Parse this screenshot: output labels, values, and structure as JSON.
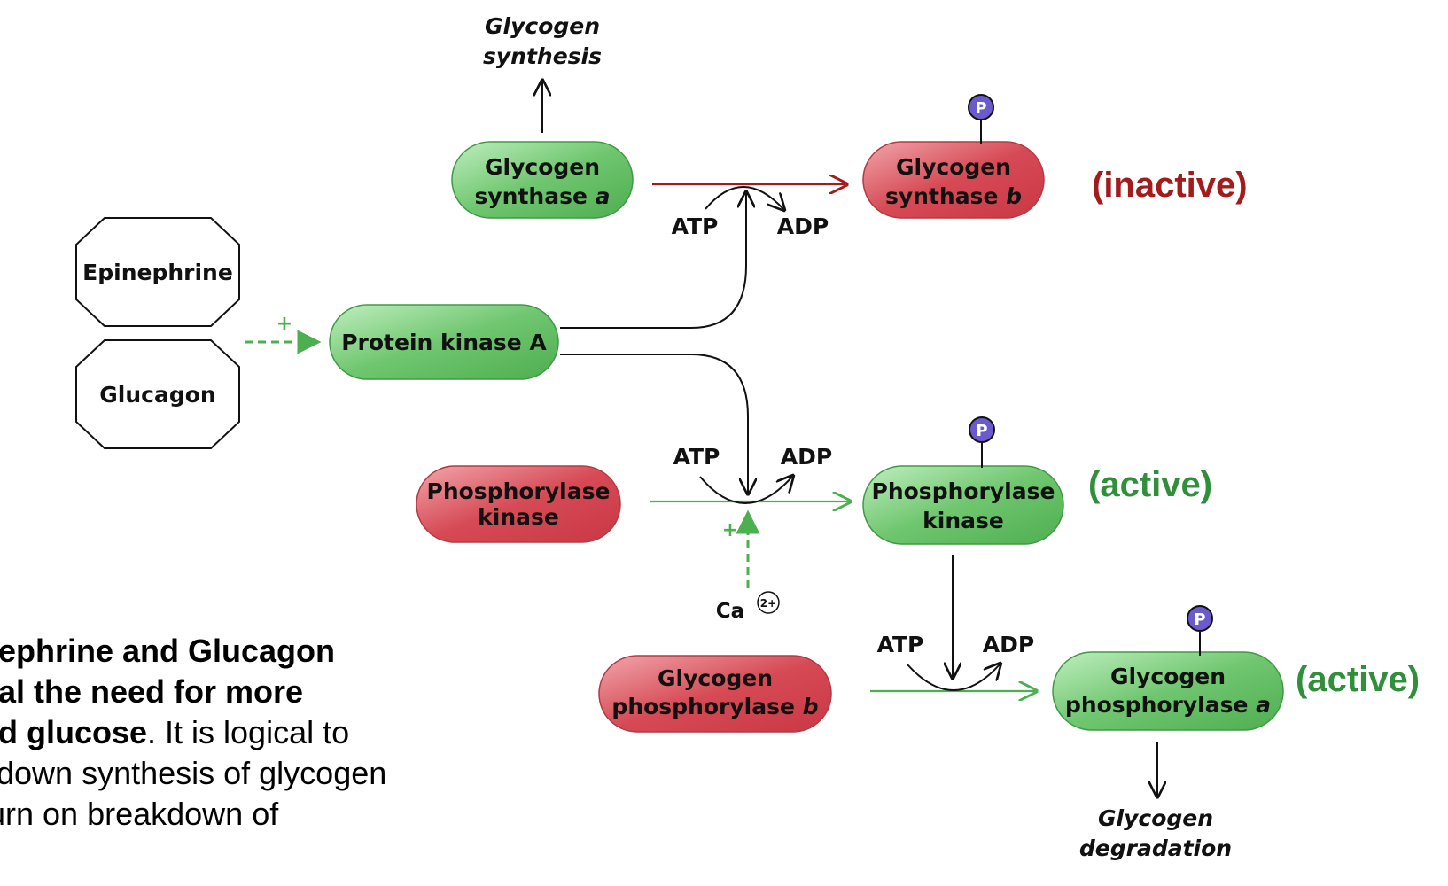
{
  "nodes": {
    "epinephrine": "Epinephrine",
    "glucagon": "Glucagon",
    "protein_kinase_a": "Protein kinase A",
    "gs_a_line1": "Glycogen",
    "gs_a_line2_prefix": "synthase ",
    "gs_a_line2_italic": "a",
    "gs_b_line1": "Glycogen",
    "gs_b_line2_prefix": "synthase ",
    "gs_b_line2_italic": "b",
    "pk_inactive_line1": "Phosphorylase",
    "pk_inactive_line2": "kinase",
    "pk_active_line1": "Phosphorylase",
    "pk_active_line2": "kinase",
    "gp_b_line1": "Glycogen",
    "gp_b_line2_prefix": "phosphorylase ",
    "gp_b_line2_italic": "b",
    "gp_a_line1": "Glycogen",
    "gp_a_line2_prefix": "phosphorylase ",
    "gp_a_line2_italic": "a"
  },
  "outcomes": {
    "synthesis_line1": "Glycogen",
    "synthesis_line2": "synthesis",
    "degradation_line1": "Glycogen",
    "degradation_line2": "degradation"
  },
  "cofactors": {
    "atp": "ATP",
    "adp": "ADP",
    "phosphate": "P",
    "plus": "+",
    "calcium": "Ca",
    "calcium_charge": "2+"
  },
  "status": {
    "inactive": "(inactive)",
    "active": "(active)"
  },
  "caption": {
    "line1_bold": "nephrine and Glucagon",
    "line2_bold": "nal the need for more",
    "line3_bold": "od glucose",
    "line3_rest": ".  It is logical to",
    "line4": "t down synthesis of glycogen",
    "line5": " turn on breakdown of"
  },
  "colors": {
    "active_green": "#2f8f3a",
    "inactive_red": "#a31b1b",
    "pill_green": "#7fcf7f",
    "pill_red": "#d9505a",
    "phosphate_purple": "#6a5acd"
  }
}
